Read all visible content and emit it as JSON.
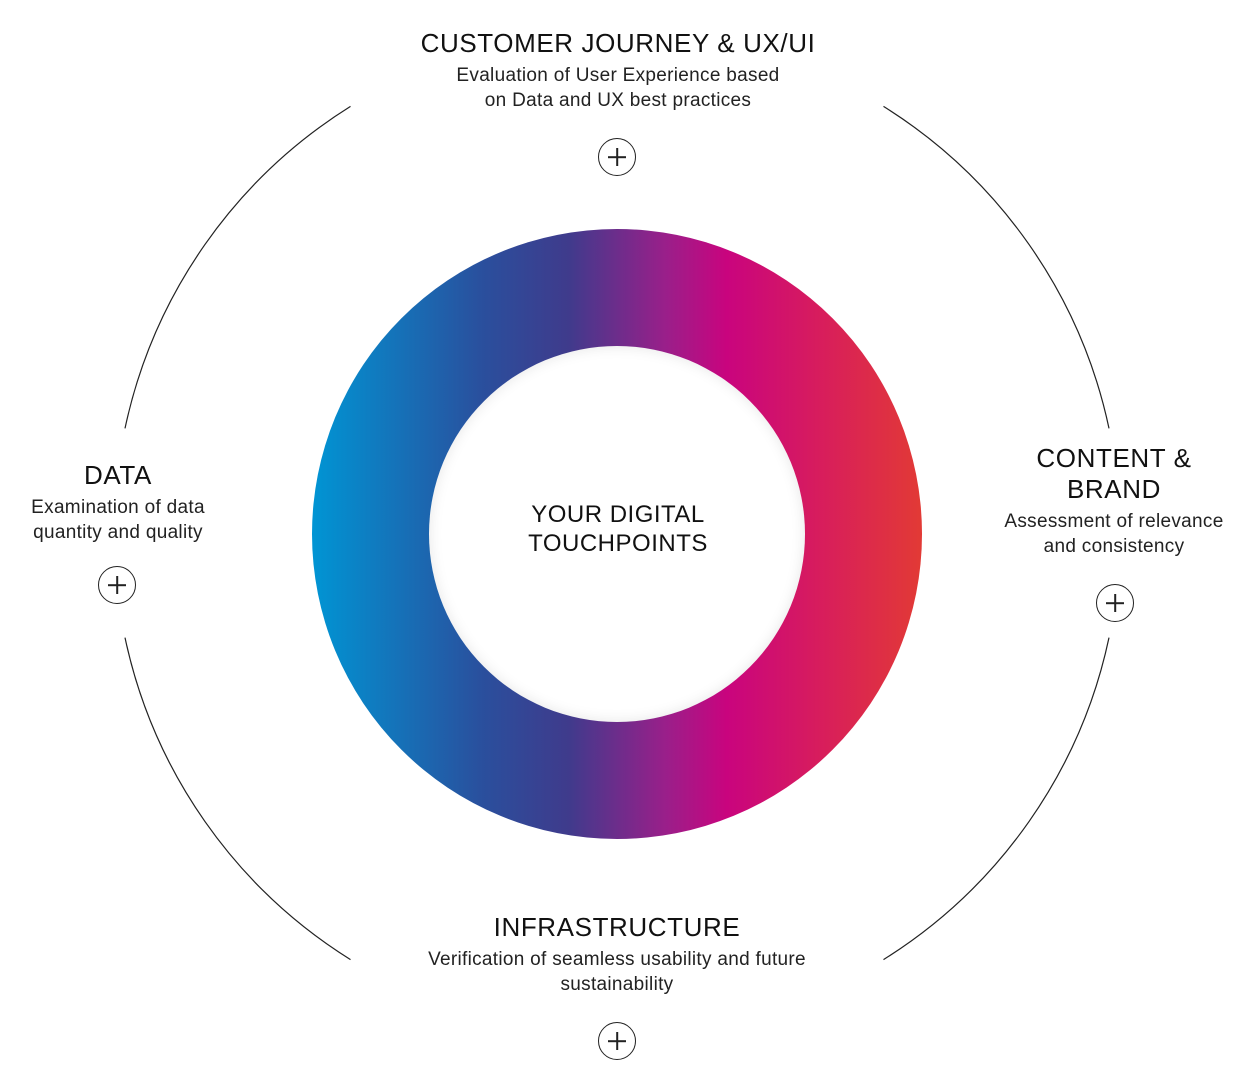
{
  "center": {
    "label": "YOUR DIGITAL\nTOUCHPOINTS"
  },
  "sections": {
    "customer_journey": {
      "title": "CUSTOMER JOURNEY & UX/UI",
      "description": "Evaluation of User Experience based\non Data and UX best practices",
      "icon": "plus-circle-icon"
    },
    "data": {
      "title": "DATA",
      "description": "Examination of data\nquantity and quality",
      "icon": "plus-circle-icon"
    },
    "content_brand": {
      "title": "CONTENT &\nBRAND",
      "description": "Assessment of relevance\nand consistency",
      "icon": "plus-circle-icon"
    },
    "infrastructure": {
      "title": "INFRASTRUCTURE",
      "description": "Verification of seamless usability and future\nsustainability",
      "icon": "plus-circle-icon"
    }
  },
  "colors": {
    "gradient_start": "#0095d4",
    "gradient_mid_blue": "#3f3b8c",
    "gradient_magenta": "#c9047e",
    "gradient_end": "#e23a35",
    "text": "#111111",
    "arc_stroke": "#222222"
  }
}
